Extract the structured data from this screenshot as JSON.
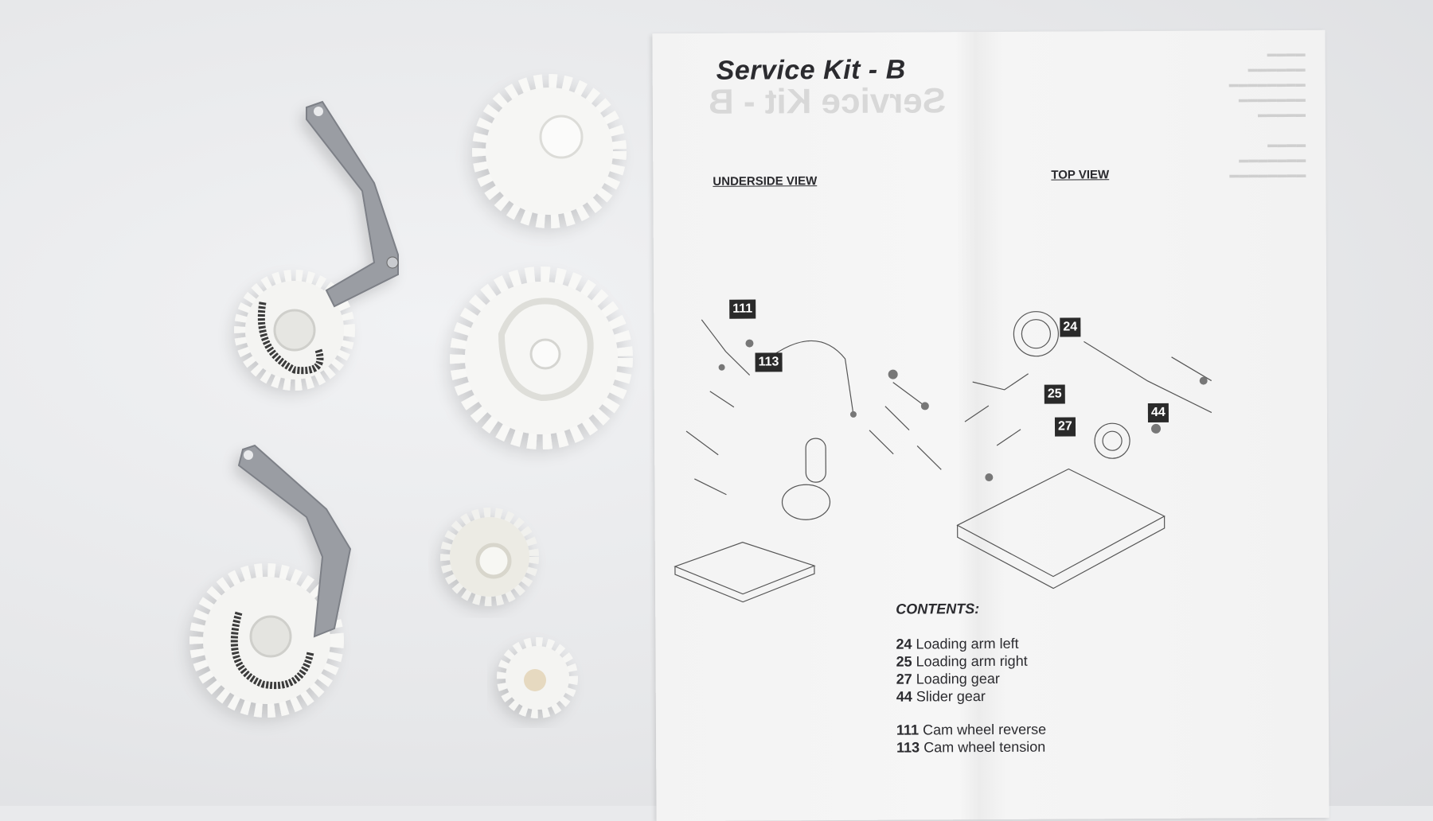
{
  "sheet": {
    "title": "Service Kit  -  B",
    "underside_label": "UNDERSIDE VIEW",
    "top_label": "TOP VIEW",
    "callouts": [
      "111",
      "113",
      "24",
      "25",
      "27",
      "44"
    ],
    "contents_heading": "CONTENTS:",
    "contents": [
      {
        "num": "24",
        "label": "Loading arm left"
      },
      {
        "num": "25",
        "label": "Loading arm right"
      },
      {
        "num": "27",
        "label": "Loading gear"
      },
      {
        "num": "44",
        "label": "Slider gear"
      },
      {
        "num": "111",
        "label": "Cam wheel reverse"
      },
      {
        "num": "113",
        "label": "Cam wheel tension"
      }
    ]
  },
  "colors": {
    "paper": "#f3f3f3",
    "metal": "#9a9da3",
    "plastic": "#f7f7f5",
    "spring": "#3a3a3a",
    "label_bg": "#2a2a2a"
  }
}
